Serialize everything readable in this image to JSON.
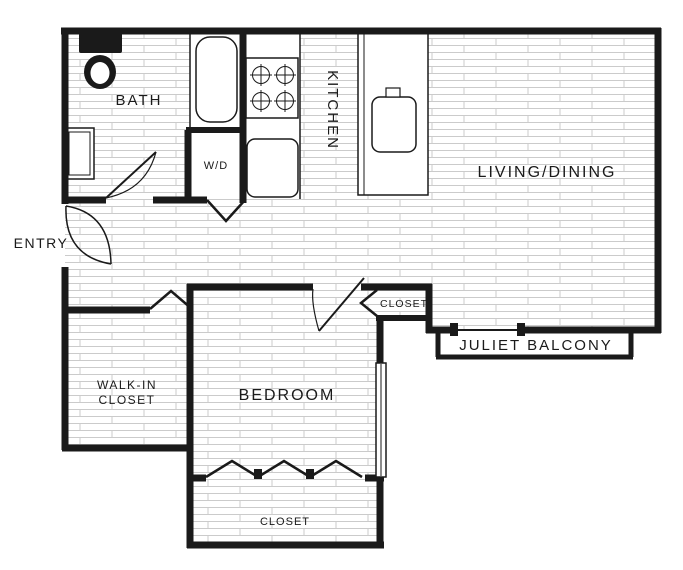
{
  "floor_plan": {
    "labels": {
      "bath": "BATH",
      "kitchen": "KITCHEN",
      "living_dining": "LIVING/DINING",
      "entry": "ENTRY",
      "washer_dryer": "W/D",
      "walk_in_closet_line1": "WALK-IN",
      "walk_in_closet_line2": "CLOSET",
      "bedroom": "BEDROOM",
      "hall_closet": "CLOSET",
      "juliet_balcony": "JULIET BALCONY",
      "bedroom_closet": "CLOSET"
    },
    "colors": {
      "wall": "#1a1a1a",
      "floor_line": "#cbcbcb",
      "background": "#ffffff"
    }
  }
}
